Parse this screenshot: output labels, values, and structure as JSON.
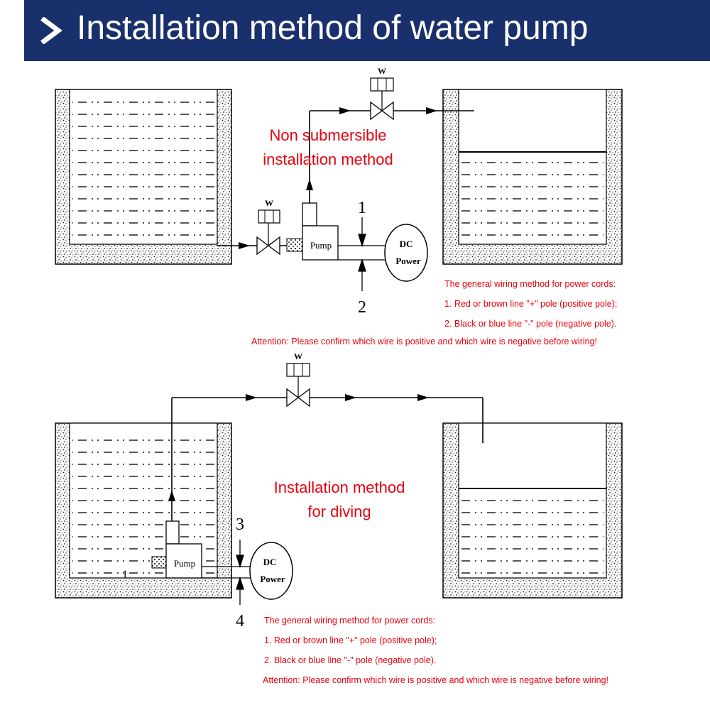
{
  "header": {
    "title": "Installation method of water pump",
    "icon": "chevron-right-icon",
    "background": "#19306c"
  },
  "colors": {
    "accent_red": "#e8000d",
    "line": "#000000"
  },
  "diagram1": {
    "title_line1": "Non submersible",
    "title_line2": "installation method",
    "pump_label": "Pump",
    "power_label_1": "DC",
    "power_label_2": "Power",
    "valve_label": "W",
    "wire_label_1": "1",
    "wire_label_2": "2",
    "notes": {
      "heading": "The general wiring method for power cords:",
      "line1": "1. Red or brown line \"+\" pole (positive pole);",
      "line2": "2. Black or blue line \"-\" pole (negative pole).",
      "attention": "Attention: Please confirm which wire is positive and which wire is negative before wiring!"
    }
  },
  "diagram2": {
    "title_line1": "Installation method",
    "title_line2": "for diving",
    "pump_label": "Pump",
    "power_label_1": "DC",
    "power_label_2": "Power",
    "valve_label": "W",
    "wire_label_3": "3",
    "wire_label_4": "4",
    "inlet_label": "1",
    "notes": {
      "heading": "The general wiring method for power cords:",
      "line1": "1. Red or brown line \"+\" pole (positive pole);",
      "line2": "2. Black or blue line \"-\" pole (negative pole).",
      "attention": "Attention: Please confirm which wire is positive and which wire is negative before wiring!"
    }
  }
}
